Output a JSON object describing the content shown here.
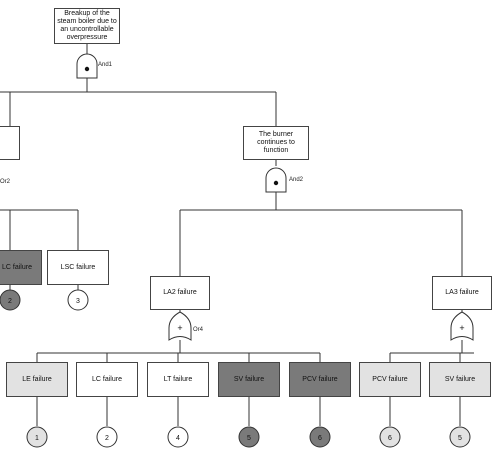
{
  "top_event": {
    "text": "Breakup of the steam boiler due to an uncontrollable overpressure",
    "gate": "And1"
  },
  "left_partial": {
    "gate": "Or2"
  },
  "left_events": [
    {
      "text": "LC failure",
      "circle": "2",
      "shade": "dark"
    },
    {
      "text": "LSC failure",
      "circle": "3",
      "shade": "white"
    }
  ],
  "mid_event": {
    "text": "The burner continues to function",
    "gate": "And2"
  },
  "sub_left": {
    "text": "LA2 failure",
    "gate": "Or4"
  },
  "sub_right": {
    "text": "LA3 failure"
  },
  "basic_events": [
    {
      "text": "LE failure",
      "circle": "1",
      "shade": "light"
    },
    {
      "text": "LC failure",
      "circle": "2",
      "shade": "white"
    },
    {
      "text": "LT failure",
      "circle": "4",
      "shade": "white"
    },
    {
      "text": "SV failure",
      "circle": "5",
      "shade": "dark"
    },
    {
      "text": "PCV failure",
      "circle": "6",
      "shade": "dark"
    },
    {
      "text": "PCV failure",
      "circle": "6",
      "shade": "light"
    },
    {
      "text": "SV failure",
      "circle": "5",
      "shade": "light"
    }
  ],
  "colors": {
    "light": "#e2e2e2",
    "dark": "#7a7a7a",
    "line": "#333333"
  }
}
